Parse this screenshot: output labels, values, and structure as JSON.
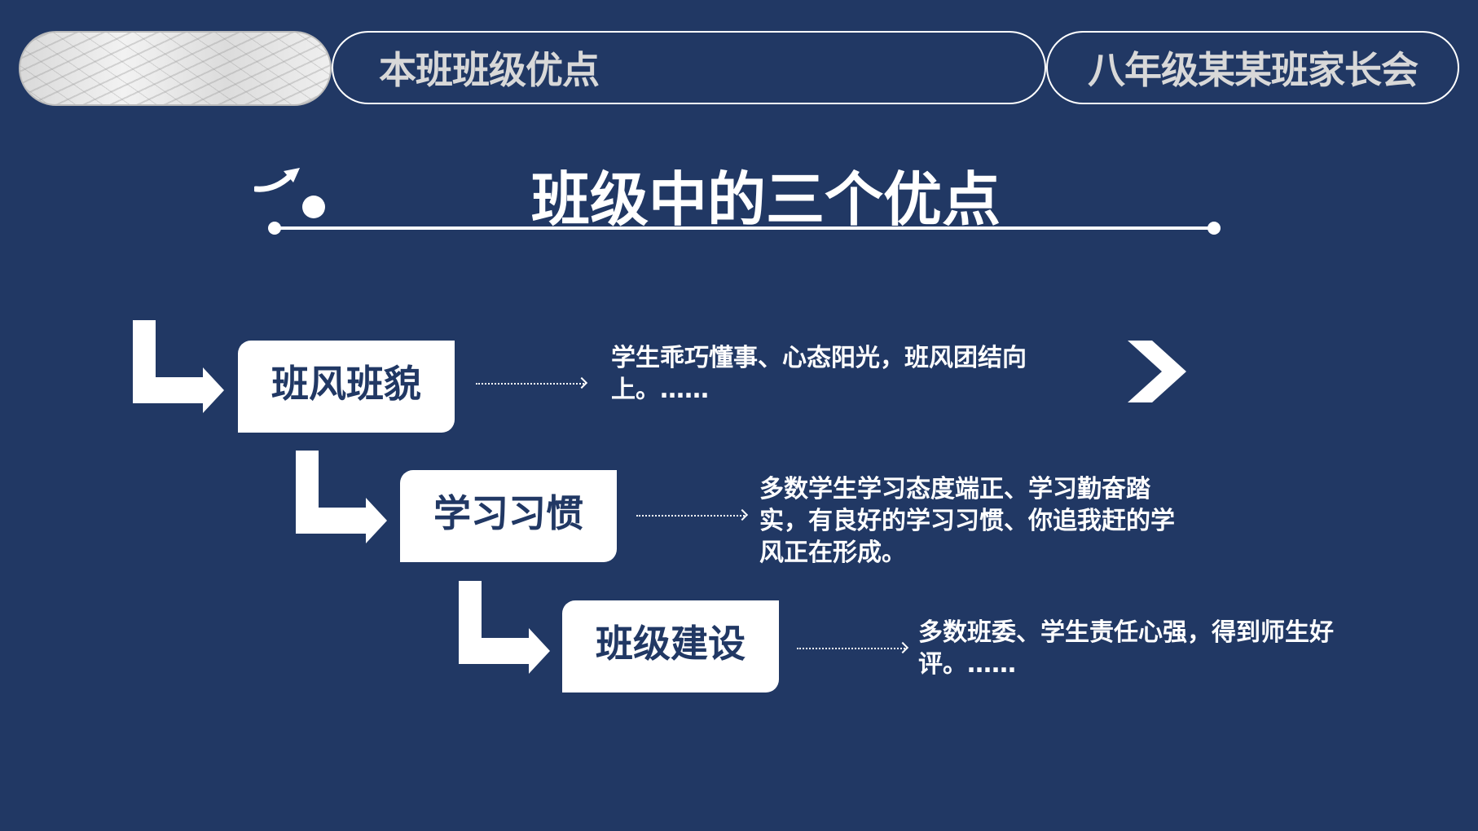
{
  "header": {
    "section_title": "本班班级优点",
    "meeting_title": "八年级某某班家长会"
  },
  "main": {
    "title": "班级中的三个优点",
    "items": [
      {
        "label": "班风班貌",
        "description": "学生乖巧懂事、心态阳光，班风团结向上。……"
      },
      {
        "label": "学习习惯",
        "description": "多数学生学习态度端正、学习勤奋踏实，有良好的学习习惯、你追我赶的学风正在形成。"
      },
      {
        "label": "班级建设",
        "description": "多数班委、学生责任心强，得到师生好评。……"
      }
    ]
  },
  "colors": {
    "background": "#213864",
    "foreground": "#ffffff"
  }
}
